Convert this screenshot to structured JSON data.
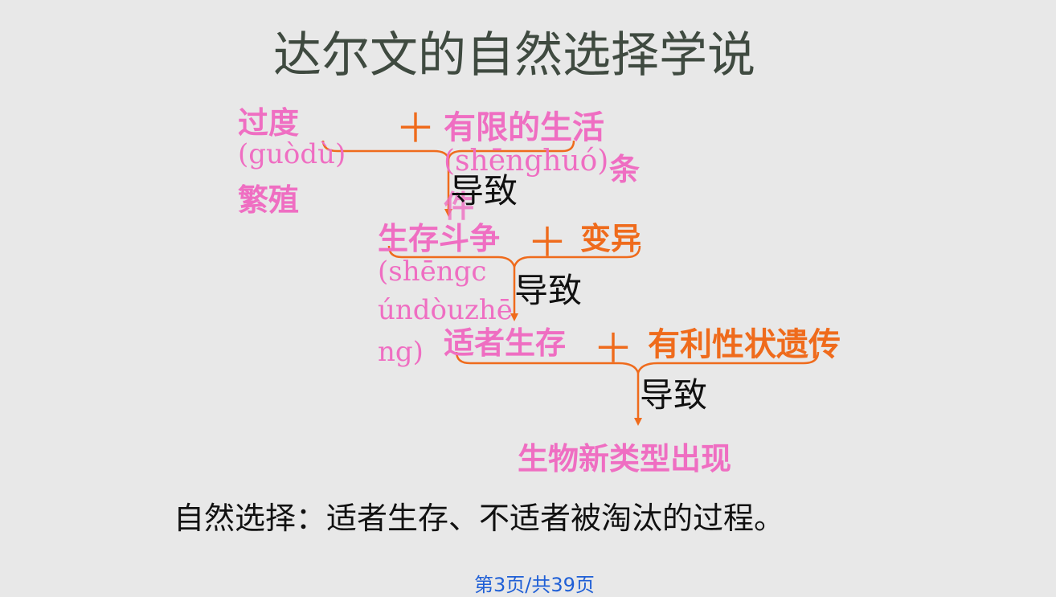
{
  "title": "达尔文的自然选择学说",
  "row1": {
    "term1": "过度",
    "term1_pinyin": "(guòdù)",
    "term1_tail": "繁殖",
    "plus": "＋",
    "term2": "有限的生活",
    "term2_pinyin": "(shēnghuó)",
    "term2_tail": "条",
    "term2_tail2": "件",
    "arrow_label": "导致"
  },
  "row2": {
    "term1": "生存斗争",
    "term1_pinyin_1": "(shēngc",
    "term1_pinyin_2": "úndòuzhē",
    "term1_pinyin_3": "ng)",
    "plus": "＋",
    "term2": "变异",
    "arrow_label": "导致"
  },
  "row3": {
    "term1": "适者生存",
    "plus": "＋",
    "term2": "有利性状遗传",
    "arrow_label": "导致"
  },
  "result": "生物新类型出现",
  "definition": "自然选择：适者生存、不适者被淘汰的过程。",
  "footer": "第3页/共39页",
  "colors": {
    "pink": "#ef6ec2",
    "orange": "#ef6b1c",
    "title": "#3f4a40",
    "footer": "#1f5fd6"
  }
}
